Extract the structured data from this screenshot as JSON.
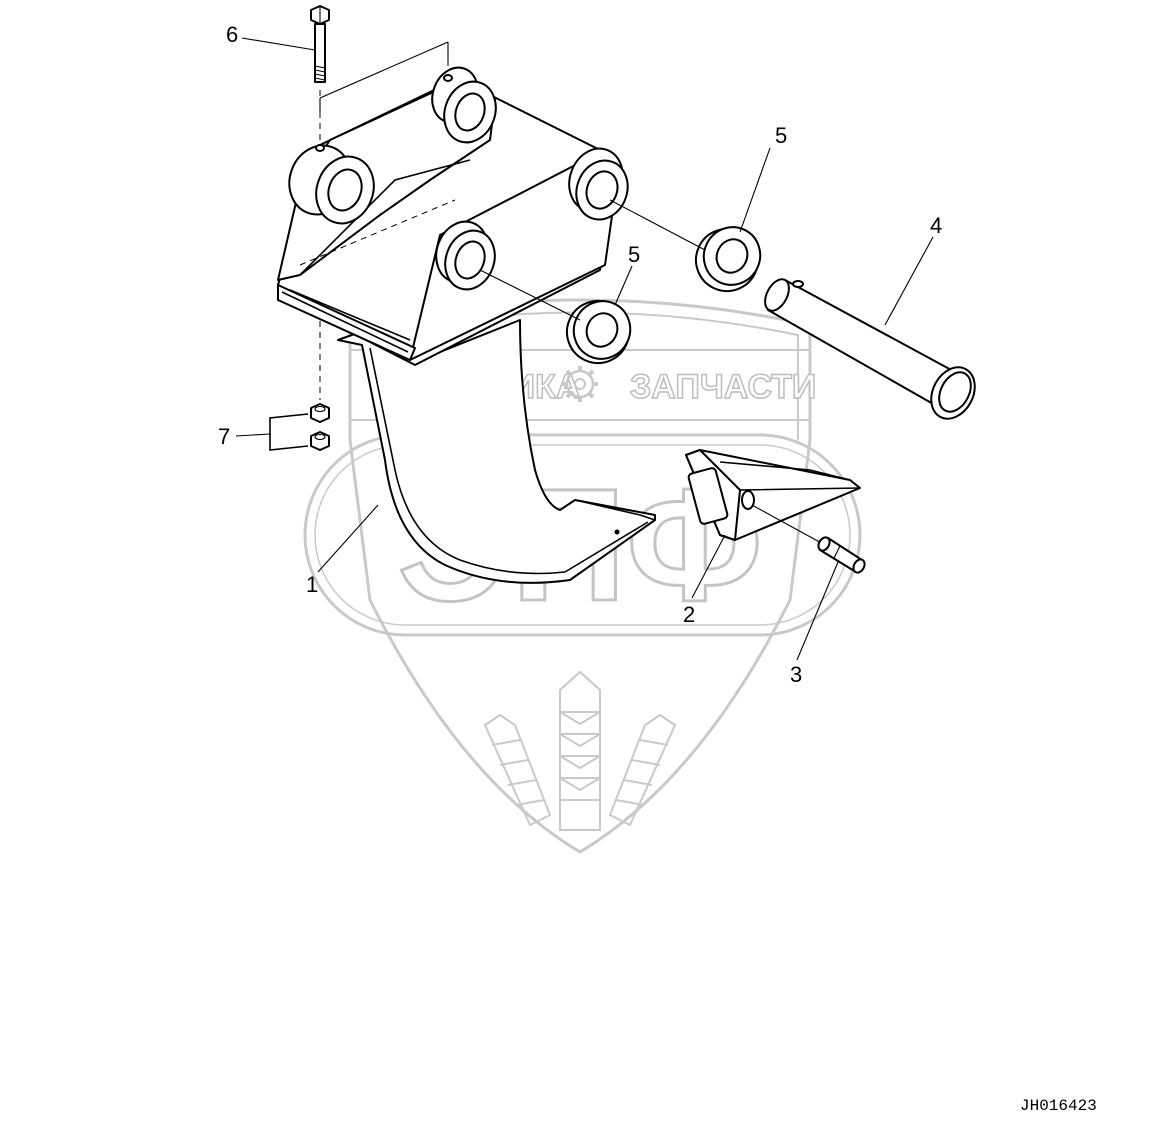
{
  "callouts": {
    "c1": "1",
    "c2": "2",
    "c3": "3",
    "c4": "4",
    "c5a": "5",
    "c5b": "5",
    "c6": "6",
    "c7": "7"
  },
  "watermark": {
    "left_text": "ТЕХНИКА",
    "right_text": "ЗАПЧАСТИ",
    "big_text": "ЭПФ",
    "icon": "gear-icon"
  },
  "figure_code": "JH016423"
}
